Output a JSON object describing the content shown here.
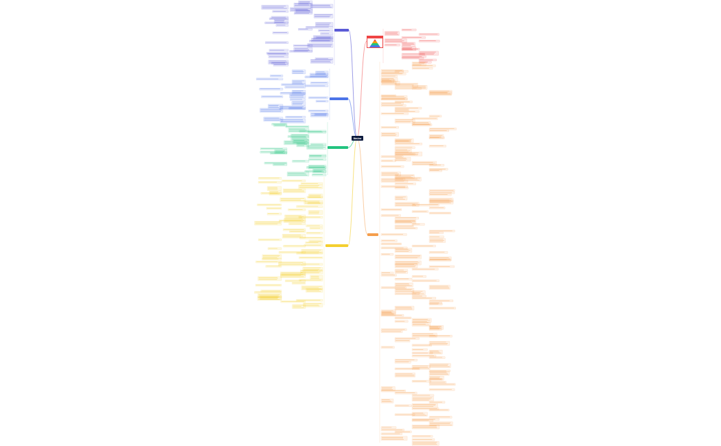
{
  "center": {
    "label": "Maslow"
  },
  "colors": {
    "center": "#0d1b3e",
    "purple": "#5b5bd6",
    "blue": "#4c74e8",
    "green": "#22c37f",
    "yellow": "#f4cf2f",
    "orange": "#f59e4c",
    "red": "#ef4444"
  },
  "branches": [
    {
      "side": "left",
      "color": "purple",
      "icon": "none"
    },
    {
      "side": "left",
      "color": "blue",
      "icon": "none"
    },
    {
      "side": "left",
      "color": "green",
      "icon": "none"
    },
    {
      "side": "left",
      "color": "yellow",
      "icon": "none"
    },
    {
      "side": "right",
      "color": "orange",
      "icon": "none"
    },
    {
      "side": "right",
      "color": "red",
      "icon": "pyramid-image"
    }
  ]
}
